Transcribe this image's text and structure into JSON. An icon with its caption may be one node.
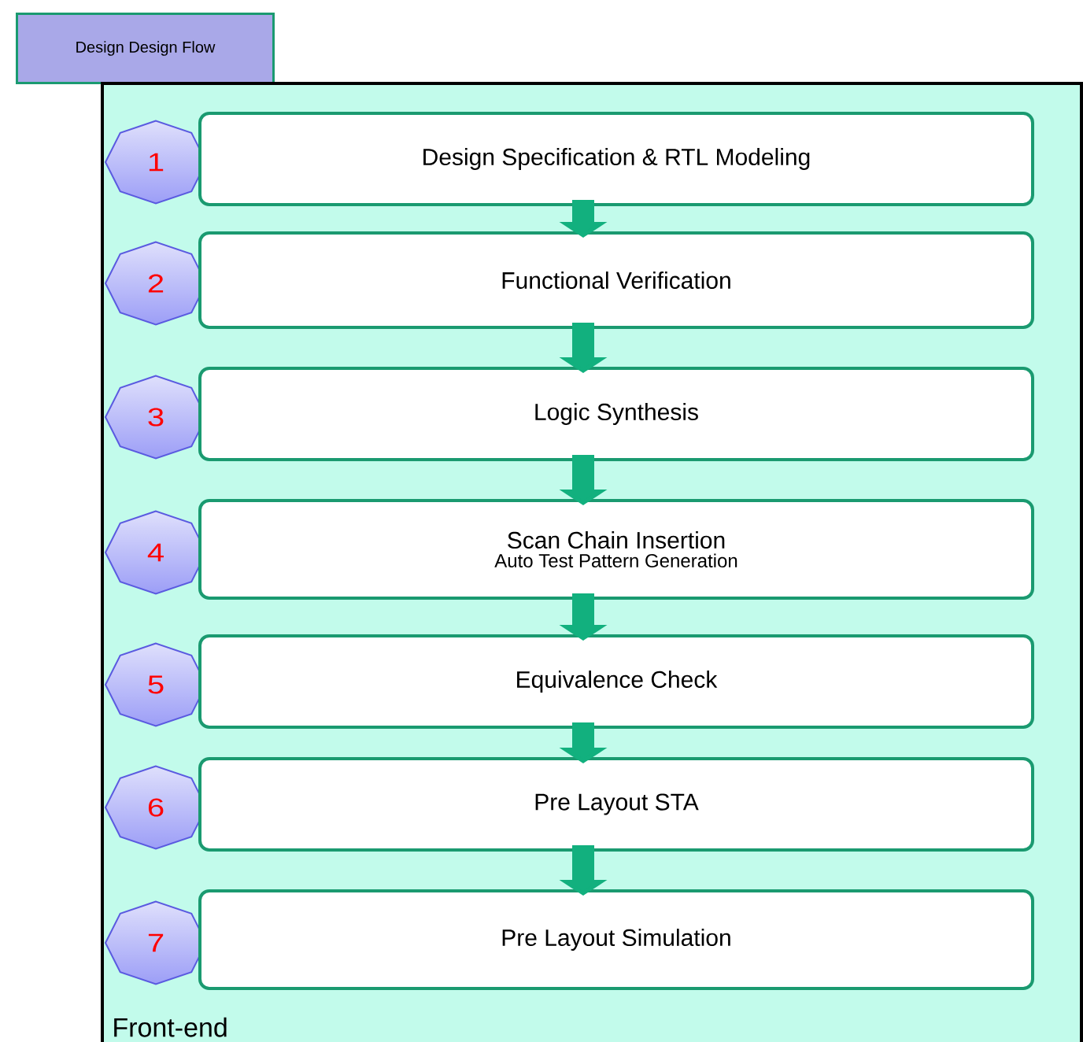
{
  "diagram": {
    "title": "Design Design Flow",
    "nodes": [
      {
        "text": [
          "Front-end"
        ]
      },
      {
        "text": [
          "1"
        ],
        "in": 0
      },
      {
        "text": [
          "Design Specification & RTL Modeling"
        ],
        "in": 0
      },
      {
        "text": [
          "2"
        ],
        "in": 0
      },
      {
        "text": [
          "Functional Verification"
        ],
        "in": 0
      },
      {
        "text": [
          "3"
        ],
        "in": 0
      },
      {
        "text": [
          "Logic Synthesis"
        ],
        "in": 0
      },
      {
        "text": [
          "4"
        ],
        "in": 0
      },
      {
        "text": [
          "Scan Chain Insertion",
          "Auto Test Pattern Generation"
        ],
        "in": 0
      },
      {
        "text": [
          "5"
        ],
        "in": 0
      },
      {
        "text": [
          "Equivalence Check"
        ],
        "in": 0
      },
      {
        "text": [
          "6"
        ],
        "in": 0
      },
      {
        "text": [
          "Pre Layout STA"
        ],
        "in": 0
      },
      {
        "text": [
          "7"
        ],
        "in": 0
      },
      {
        "text": [
          "Pre Layout Simulation"
        ],
        "in": 0
      }
    ],
    "edges": [
      {
        "from": 2,
        "to": 4,
        "arrow": "to"
      },
      {
        "from": 4,
        "to": 6,
        "arrow": "to"
      },
      {
        "from": 6,
        "to": 8,
        "arrow": "to"
      },
      {
        "from": 8,
        "to": 10,
        "arrow": "to"
      },
      {
        "from": 10,
        "to": 12,
        "arrow": "to"
      },
      {
        "from": 12,
        "to": 14,
        "arrow": "to"
      }
    ]
  }
}
